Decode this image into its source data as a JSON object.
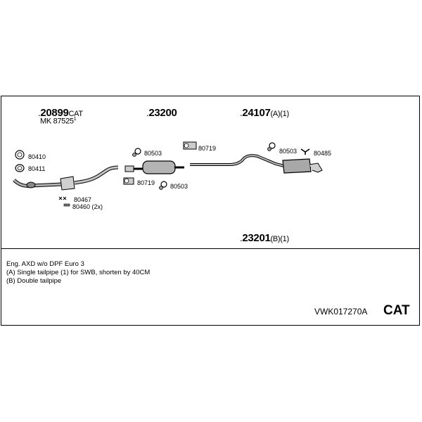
{
  "parts": {
    "p20899": {
      "num": "20899",
      "suffix": "CAT"
    },
    "mk": {
      "text": "MK 87525",
      "sup": "1"
    },
    "p23200": {
      "num": "23200"
    },
    "p24107": {
      "num": "24107",
      "suffix": "(A)(1)"
    },
    "p23201": {
      "num": "23201",
      "suffix": "(B)(1)"
    }
  },
  "labels": {
    "l80410": "80410",
    "l80411": "80411",
    "l80467": "80467",
    "l80460": "80460 (2x)",
    "l80503a": "80503",
    "l80719a": "80719",
    "l80719b": "80719",
    "l80503b": "80503",
    "l80503c": "80503",
    "l80485": "80485"
  },
  "notes": {
    "line1": "Eng. AXD   w/o DPF   Euro 3",
    "line2": "(A) Single tailpipe (1) for SWB, shorten by 40CM",
    "line3": "(B) Double tailpipe"
  },
  "footer": {
    "code": "VWK017270A",
    "badge": "CAT"
  },
  "colors": {
    "outline": "#000000",
    "part_gray": "#a8a8a8",
    "part_dark": "#555555"
  }
}
